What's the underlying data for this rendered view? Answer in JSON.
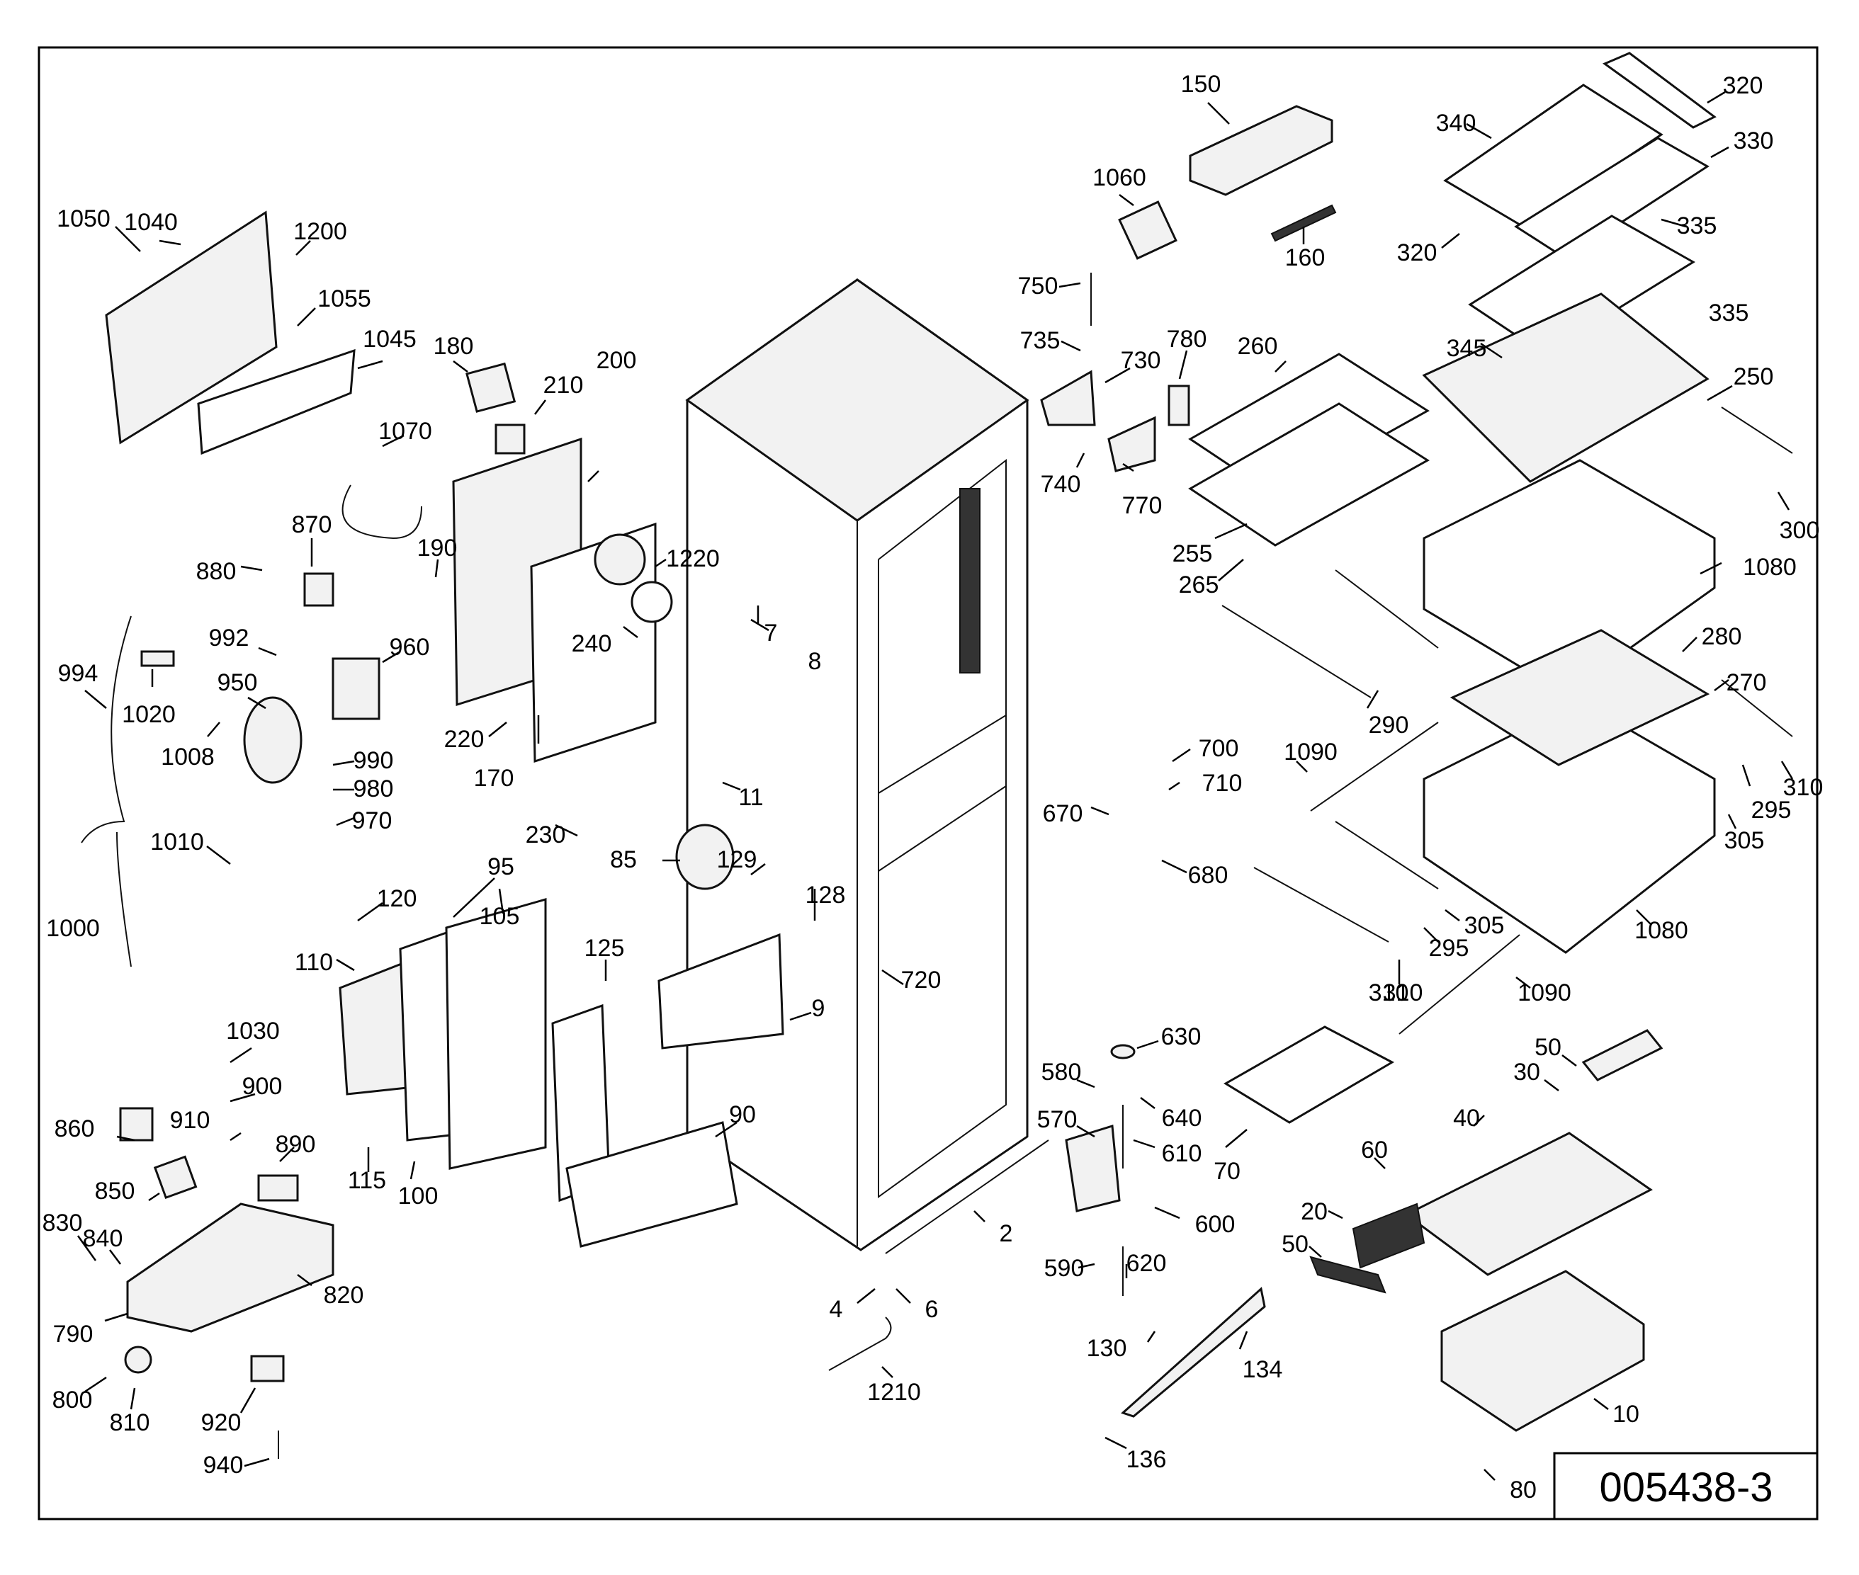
{
  "drawing_code": "005438-3",
  "part_numbers": [
    "320",
    "340",
    "330",
    "150",
    "1060",
    "160",
    "320",
    "335",
    "750",
    "335",
    "735",
    "730",
    "780",
    "260",
    "345",
    "250",
    "740",
    "770",
    "300",
    "255",
    "265",
    "1080",
    "280",
    "270",
    "290",
    "1090",
    "700",
    "710",
    "670",
    "680",
    "295",
    "310",
    "305",
    "310",
    "305",
    "295",
    "1080",
    "1090",
    "310",
    "630",
    "580",
    "640",
    "570",
    "610",
    "50",
    "30",
    "40",
    "70",
    "60",
    "20",
    "600",
    "50",
    "590",
    "620",
    "130",
    "134",
    "10",
    "136",
    "80",
    "1050",
    "1040",
    "1200",
    "1055",
    "1045",
    "180",
    "210",
    "1070",
    "200",
    "870",
    "190",
    "1220",
    "880",
    "992",
    "960",
    "994",
    "1020",
    "950",
    "240",
    "7",
    "8",
    "220",
    "1008",
    "990",
    "980",
    "170",
    "11",
    "970",
    "1010",
    "230",
    "129",
    "85",
    "95",
    "128",
    "120",
    "1000",
    "105",
    "125",
    "110",
    "720",
    "9",
    "1030",
    "900",
    "90",
    "910",
    "890",
    "860",
    "115",
    "100",
    "850",
    "2",
    "830",
    "840",
    "820",
    "4",
    "6",
    "790",
    "800",
    "810",
    "920",
    "1210",
    "940"
  ]
}
